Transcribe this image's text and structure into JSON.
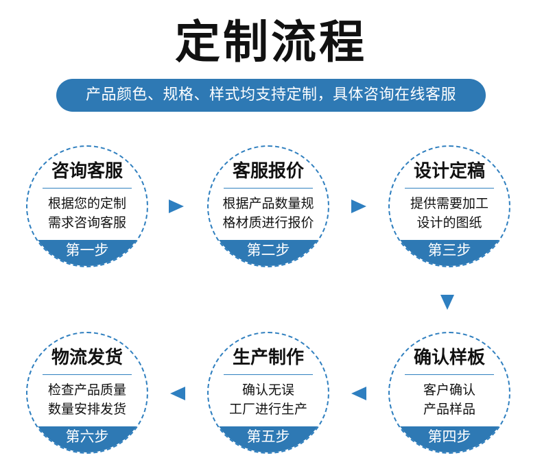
{
  "title": "定制流程",
  "subtitle": "产品颜色、规格、样式均支持定制，具体咨询在线客服",
  "colors": {
    "accent": "#2e79b4",
    "dashed_border": "#2f7fbf",
    "text": "#111111"
  },
  "steps": [
    {
      "title": "咨询客服",
      "line1": "根据您的定制",
      "line2": "需求咨询客服",
      "badge": "第一步"
    },
    {
      "title": "客服报价",
      "line1": "根据产品数量规",
      "line2": "格材质进行报价",
      "badge": "第二步"
    },
    {
      "title": "设计定稿",
      "line1": "提供需要加工",
      "line2": "设计的图纸",
      "badge": "第三步"
    },
    {
      "title": "确认样板",
      "line1": "客户确认",
      "line2": "产品样品",
      "badge": "第四步"
    },
    {
      "title": "生产制作",
      "line1": "确认无误",
      "line2": "工厂进行生产",
      "badge": "第五步"
    },
    {
      "title": "物流发货",
      "line1": "检查产品质量",
      "line2": "数量安排发货",
      "badge": "第六步"
    }
  ],
  "arrows": [
    {
      "icon": "arrow-right-icon"
    },
    {
      "icon": "arrow-right-icon"
    },
    {
      "icon": "arrow-down-icon"
    },
    {
      "icon": "arrow-left-icon"
    },
    {
      "icon": "arrow-left-icon"
    }
  ]
}
